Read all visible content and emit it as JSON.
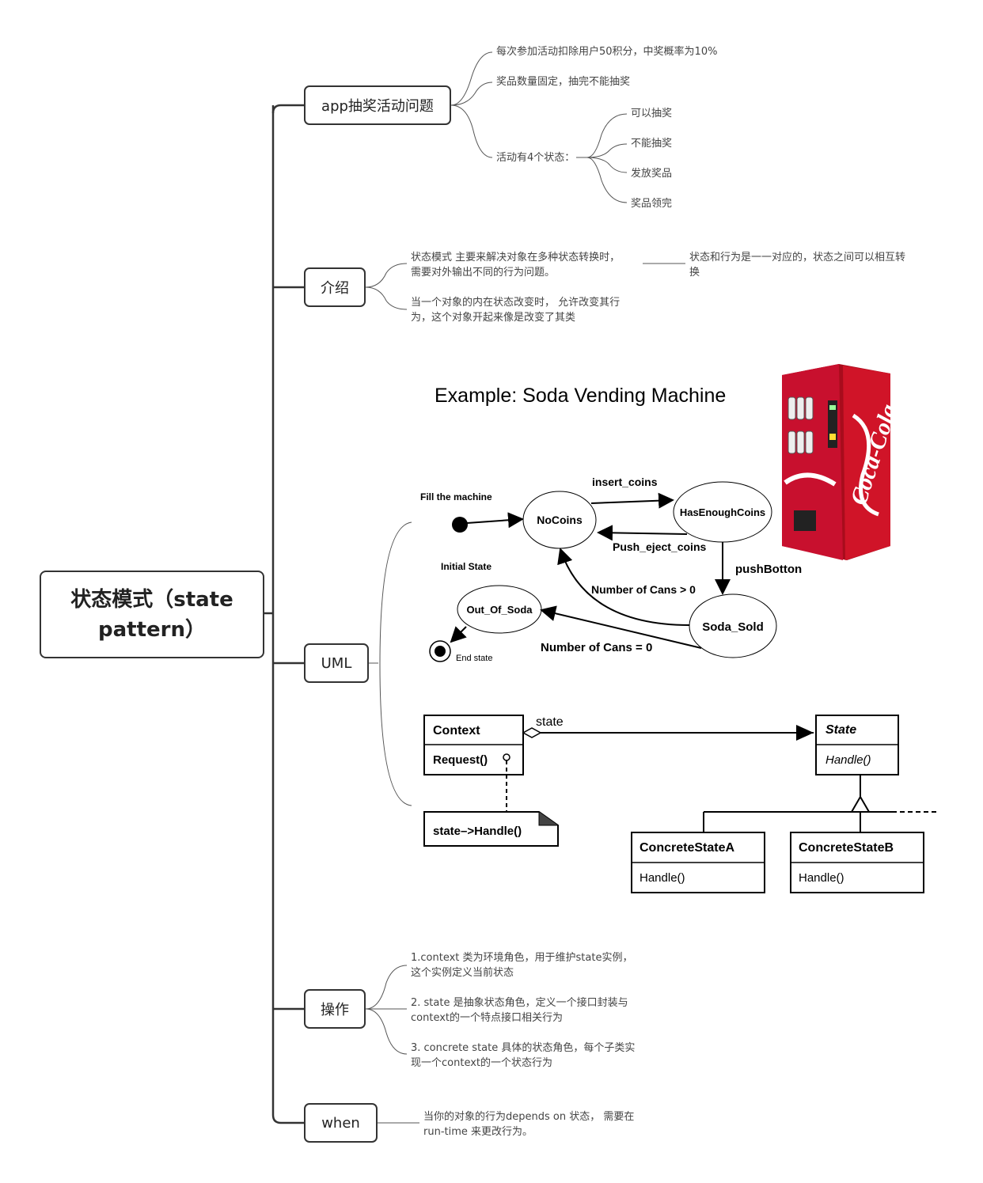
{
  "root": {
    "line1": "状态模式（state",
    "line2": "pattern）"
  },
  "branches": {
    "app": {
      "label": "app抽奖活动问题",
      "items": [
        "每次参加活动扣除用户50积分，中奖概率为10%",
        "奖品数量固定，抽完不能抽奖",
        "活动有4个状态："
      ],
      "states": [
        "可以抽奖",
        "不能抽奖",
        "发放奖品",
        "奖品领完"
      ]
    },
    "intro": {
      "label": "介绍",
      "p1_line1": "状态模式 主要来解决对象在多种状态转换时，",
      "p1_line2": "需要对外输出不同的行为问题。",
      "note_line1": "状态和行为是一一对应的，状态之间可以相互转",
      "note_line2": "换",
      "p2_line1": "当一个对象的内在状态改变时， 允许改变其行",
      "p2_line2": "为，这个对象开起来像是改变了其类"
    },
    "uml": {
      "label": "UML"
    },
    "ops": {
      "label": "操作",
      "i1_line1": "1.context 类为环境角色，用于维护state实例，",
      "i1_line2": "这个实例定义当前状态",
      "i2_line1": "2. state 是抽象状态角色，定义一个接口封装与",
      "i2_line2": "context的一个特点接口相关行为",
      "i3_line1": "3. concrete state 具体的状态角色，每个子类实",
      "i3_line2": "现一个context的一个状态行为"
    },
    "when": {
      "label": "when",
      "line1": "当你的对象的行为depends on 状态， 需要在",
      "line2": "run-time 来更改行为。"
    }
  },
  "state_diagram": {
    "title": "Example:  Soda Vending Machine",
    "fill_label": "Fill the machine",
    "initial_label": "Initial State",
    "end_label": "End state",
    "states": [
      "NoCoins",
      "HasEnoughCoins",
      "Soda_Sold",
      "Out_Of_Soda"
    ],
    "transitions": [
      "insert_coins",
      "Push_eject_coins",
      "pushBotton",
      "Number of Cans > 0",
      "Number of Cans = 0"
    ],
    "brand": "Coca-Cola"
  },
  "class_diagram": {
    "context": {
      "name": "Context",
      "method": "Request()"
    },
    "state": {
      "name": "State",
      "method": "Handle()"
    },
    "assoc_label": "state",
    "note": "state–>Handle()",
    "concrete_a": {
      "name": "ConcreteStateA",
      "method": "Handle()"
    },
    "concrete_b": {
      "name": "ConcreteStateB",
      "method": "Handle()"
    }
  },
  "colors": {
    "line": "#333333",
    "coke_red": "#c8102e"
  }
}
